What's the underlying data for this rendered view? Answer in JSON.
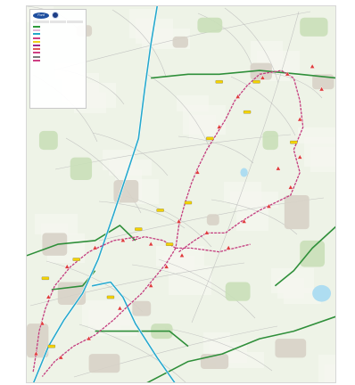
{
  "logos": {
    "left": "Ford",
    "right": ""
  },
  "legend": {
    "title_lines": [
      "",
      ""
    ],
    "date": "",
    "column_heads": [
      "",
      "",
      ""
    ],
    "items": [
      {
        "label": "",
        "color": "#2e9b3a"
      },
      {
        "label": "",
        "color": "#e4b7d7"
      },
      {
        "label": "",
        "color": "#24a8c9"
      },
      {
        "label": "",
        "color": "#cf3f83"
      },
      {
        "label": "",
        "color": "#efd11d"
      },
      {
        "label": "",
        "color": "#9d2a8f"
      },
      {
        "label": "",
        "color": "#e05a5a"
      },
      {
        "label": "",
        "color": "#cf3f83"
      },
      {
        "label": "",
        "color": "#7b7b7b"
      },
      {
        "label": "",
        "color": "#cf3f83"
      }
    ]
  },
  "colors": {
    "land": "#eef3e7",
    "fields_light": "#f5f7ef",
    "urban": "#d7d1c6",
    "woodland": "#c9dfb8",
    "water": "#aeddf1",
    "motorway": "#27a9cc",
    "primary_road": "#2f8f3a",
    "minor_road": "#b9b9b9",
    "route": "#c43d7f",
    "marker_red": "#de3b3b",
    "marker_yellow": "#f3d200"
  },
  "map_features": {
    "motorway_paths": [
      [
        [
          0.42,
          0.0
        ],
        [
          0.4,
          0.1
        ],
        [
          0.38,
          0.22
        ],
        [
          0.36,
          0.35
        ],
        [
          0.28,
          0.55
        ],
        [
          0.23,
          0.67
        ],
        [
          0.18,
          0.76
        ],
        [
          0.12,
          0.83
        ],
        [
          0.07,
          0.9
        ],
        [
          0.02,
          1.0
        ]
      ],
      [
        [
          0.21,
          0.74
        ],
        [
          0.27,
          0.73
        ],
        [
          0.31,
          0.77
        ],
        [
          0.35,
          0.84
        ],
        [
          0.42,
          0.93
        ],
        [
          0.48,
          1.0
        ]
      ]
    ],
    "primary_paths": [
      [
        [
          0.4,
          0.19
        ],
        [
          0.52,
          0.18
        ],
        [
          0.62,
          0.18
        ],
        [
          0.75,
          0.17
        ],
        [
          0.88,
          0.18
        ],
        [
          1.0,
          0.19
        ]
      ],
      [
        [
          0.0,
          0.66
        ],
        [
          0.1,
          0.63
        ],
        [
          0.22,
          0.62
        ],
        [
          0.3,
          0.58
        ],
        [
          0.35,
          0.62
        ]
      ],
      [
        [
          0.08,
          0.75
        ],
        [
          0.18,
          0.74
        ],
        [
          0.22,
          0.7
        ]
      ],
      [
        [
          0.38,
          1.0
        ],
        [
          0.52,
          0.94
        ],
        [
          0.63,
          0.92
        ],
        [
          0.75,
          0.88
        ],
        [
          0.86,
          0.86
        ],
        [
          1.0,
          0.82
        ]
      ],
      [
        [
          0.22,
          0.86
        ],
        [
          0.34,
          0.86
        ],
        [
          0.46,
          0.86
        ],
        [
          0.52,
          0.9
        ]
      ],
      [
        [
          0.8,
          0.74
        ],
        [
          0.86,
          0.7
        ],
        [
          0.92,
          0.64
        ],
        [
          1.0,
          0.58
        ]
      ]
    ],
    "route_paths": [
      [
        [
          0.49,
          0.65
        ],
        [
          0.54,
          0.62
        ],
        [
          0.58,
          0.6
        ],
        [
          0.64,
          0.6
        ],
        [
          0.69,
          0.57
        ],
        [
          0.75,
          0.54
        ],
        [
          0.8,
          0.52
        ],
        [
          0.85,
          0.5
        ],
        [
          0.88,
          0.44
        ],
        [
          0.86,
          0.38
        ],
        [
          0.89,
          0.32
        ],
        [
          0.88,
          0.25
        ],
        [
          0.86,
          0.19
        ],
        [
          0.82,
          0.17
        ],
        [
          0.75,
          0.18
        ],
        [
          0.71,
          0.21
        ],
        [
          0.67,
          0.25
        ],
        [
          0.64,
          0.3
        ],
        [
          0.61,
          0.34
        ],
        [
          0.58,
          0.38
        ],
        [
          0.55,
          0.43
        ],
        [
          0.53,
          0.47
        ],
        [
          0.51,
          0.52
        ],
        [
          0.49,
          0.58
        ],
        [
          0.48,
          0.64
        ]
      ],
      [
        [
          0.48,
          0.64
        ],
        [
          0.44,
          0.62
        ],
        [
          0.38,
          0.61
        ],
        [
          0.34,
          0.62
        ]
      ],
      [
        [
          0.48,
          0.64
        ],
        [
          0.45,
          0.68
        ],
        [
          0.41,
          0.72
        ],
        [
          0.37,
          0.76
        ],
        [
          0.33,
          0.79
        ]
      ],
      [
        [
          0.48,
          0.64
        ],
        [
          0.53,
          0.64
        ],
        [
          0.62,
          0.65
        ],
        [
          0.72,
          0.63
        ]
      ],
      [
        [
          0.36,
          0.61
        ],
        [
          0.28,
          0.62
        ],
        [
          0.2,
          0.65
        ],
        [
          0.14,
          0.69
        ],
        [
          0.09,
          0.74
        ],
        [
          0.06,
          0.8
        ],
        [
          0.04,
          0.86
        ],
        [
          0.03,
          0.92
        ],
        [
          0.02,
          0.97
        ]
      ],
      [
        [
          0.33,
          0.79
        ],
        [
          0.28,
          0.83
        ],
        [
          0.22,
          0.87
        ],
        [
          0.15,
          0.9
        ],
        [
          0.09,
          0.94
        ],
        [
          0.05,
          0.98
        ]
      ]
    ],
    "urban_areas": [
      [
        0.72,
        0.15,
        0.07,
        0.045
      ],
      [
        0.47,
        0.08,
        0.05,
        0.03
      ],
      [
        0.16,
        0.05,
        0.05,
        0.03
      ],
      [
        0.28,
        0.46,
        0.08,
        0.06
      ],
      [
        0.05,
        0.6,
        0.08,
        0.06
      ],
      [
        0.83,
        0.5,
        0.08,
        0.09
      ],
      [
        0.1,
        0.73,
        0.09,
        0.06
      ],
      [
        0.0,
        0.84,
        0.07,
        0.09
      ],
      [
        0.56,
        0.92,
        0.09,
        0.04
      ],
      [
        0.8,
        0.88,
        0.1,
        0.05
      ],
      [
        0.34,
        0.78,
        0.06,
        0.04
      ],
      [
        0.2,
        0.92,
        0.1,
        0.05
      ],
      [
        0.92,
        0.18,
        0.07,
        0.04
      ],
      [
        0.58,
        0.55,
        0.04,
        0.03
      ]
    ],
    "woodland_areas": [
      [
        0.88,
        0.03,
        0.09,
        0.05
      ],
      [
        0.55,
        0.03,
        0.08,
        0.04
      ],
      [
        0.04,
        0.33,
        0.06,
        0.05
      ],
      [
        0.64,
        0.73,
        0.08,
        0.05
      ],
      [
        0.88,
        0.62,
        0.08,
        0.07
      ],
      [
        0.4,
        0.84,
        0.07,
        0.04
      ],
      [
        0.14,
        0.4,
        0.07,
        0.06
      ],
      [
        0.76,
        0.33,
        0.05,
        0.05
      ]
    ],
    "water_bodies": [
      [
        0.95,
        0.76,
        0.03,
        0.022
      ],
      [
        0.7,
        0.44,
        0.012,
        0.012
      ]
    ],
    "markers_red": [
      [
        0.5,
        0.66
      ],
      [
        0.58,
        0.6
      ],
      [
        0.7,
        0.57
      ],
      [
        0.78,
        0.53
      ],
      [
        0.85,
        0.48
      ],
      [
        0.88,
        0.4
      ],
      [
        0.88,
        0.3
      ],
      [
        0.84,
        0.18
      ],
      [
        0.76,
        0.19
      ],
      [
        0.68,
        0.24
      ],
      [
        0.62,
        0.32
      ],
      [
        0.55,
        0.44
      ],
      [
        0.49,
        0.57
      ],
      [
        0.4,
        0.63
      ],
      [
        0.31,
        0.62
      ],
      [
        0.22,
        0.64
      ],
      [
        0.13,
        0.69
      ],
      [
        0.07,
        0.77
      ],
      [
        0.05,
        0.84
      ],
      [
        0.03,
        0.92
      ],
      [
        0.3,
        0.8
      ],
      [
        0.2,
        0.88
      ],
      [
        0.11,
        0.93
      ],
      [
        0.45,
        0.69
      ],
      [
        0.4,
        0.74
      ],
      [
        0.65,
        0.64
      ],
      [
        0.92,
        0.16
      ],
      [
        0.95,
        0.22
      ],
      [
        0.81,
        0.43
      ]
    ],
    "markers_yellow": [
      [
        0.46,
        0.63
      ],
      [
        0.59,
        0.35
      ],
      [
        0.71,
        0.28
      ],
      [
        0.52,
        0.52
      ],
      [
        0.16,
        0.67
      ],
      [
        0.06,
        0.72
      ],
      [
        0.27,
        0.77
      ],
      [
        0.43,
        0.54
      ],
      [
        0.74,
        0.2
      ],
      [
        0.86,
        0.36
      ],
      [
        0.62,
        0.2
      ],
      [
        0.36,
        0.59
      ],
      [
        0.08,
        0.9
      ]
    ]
  }
}
